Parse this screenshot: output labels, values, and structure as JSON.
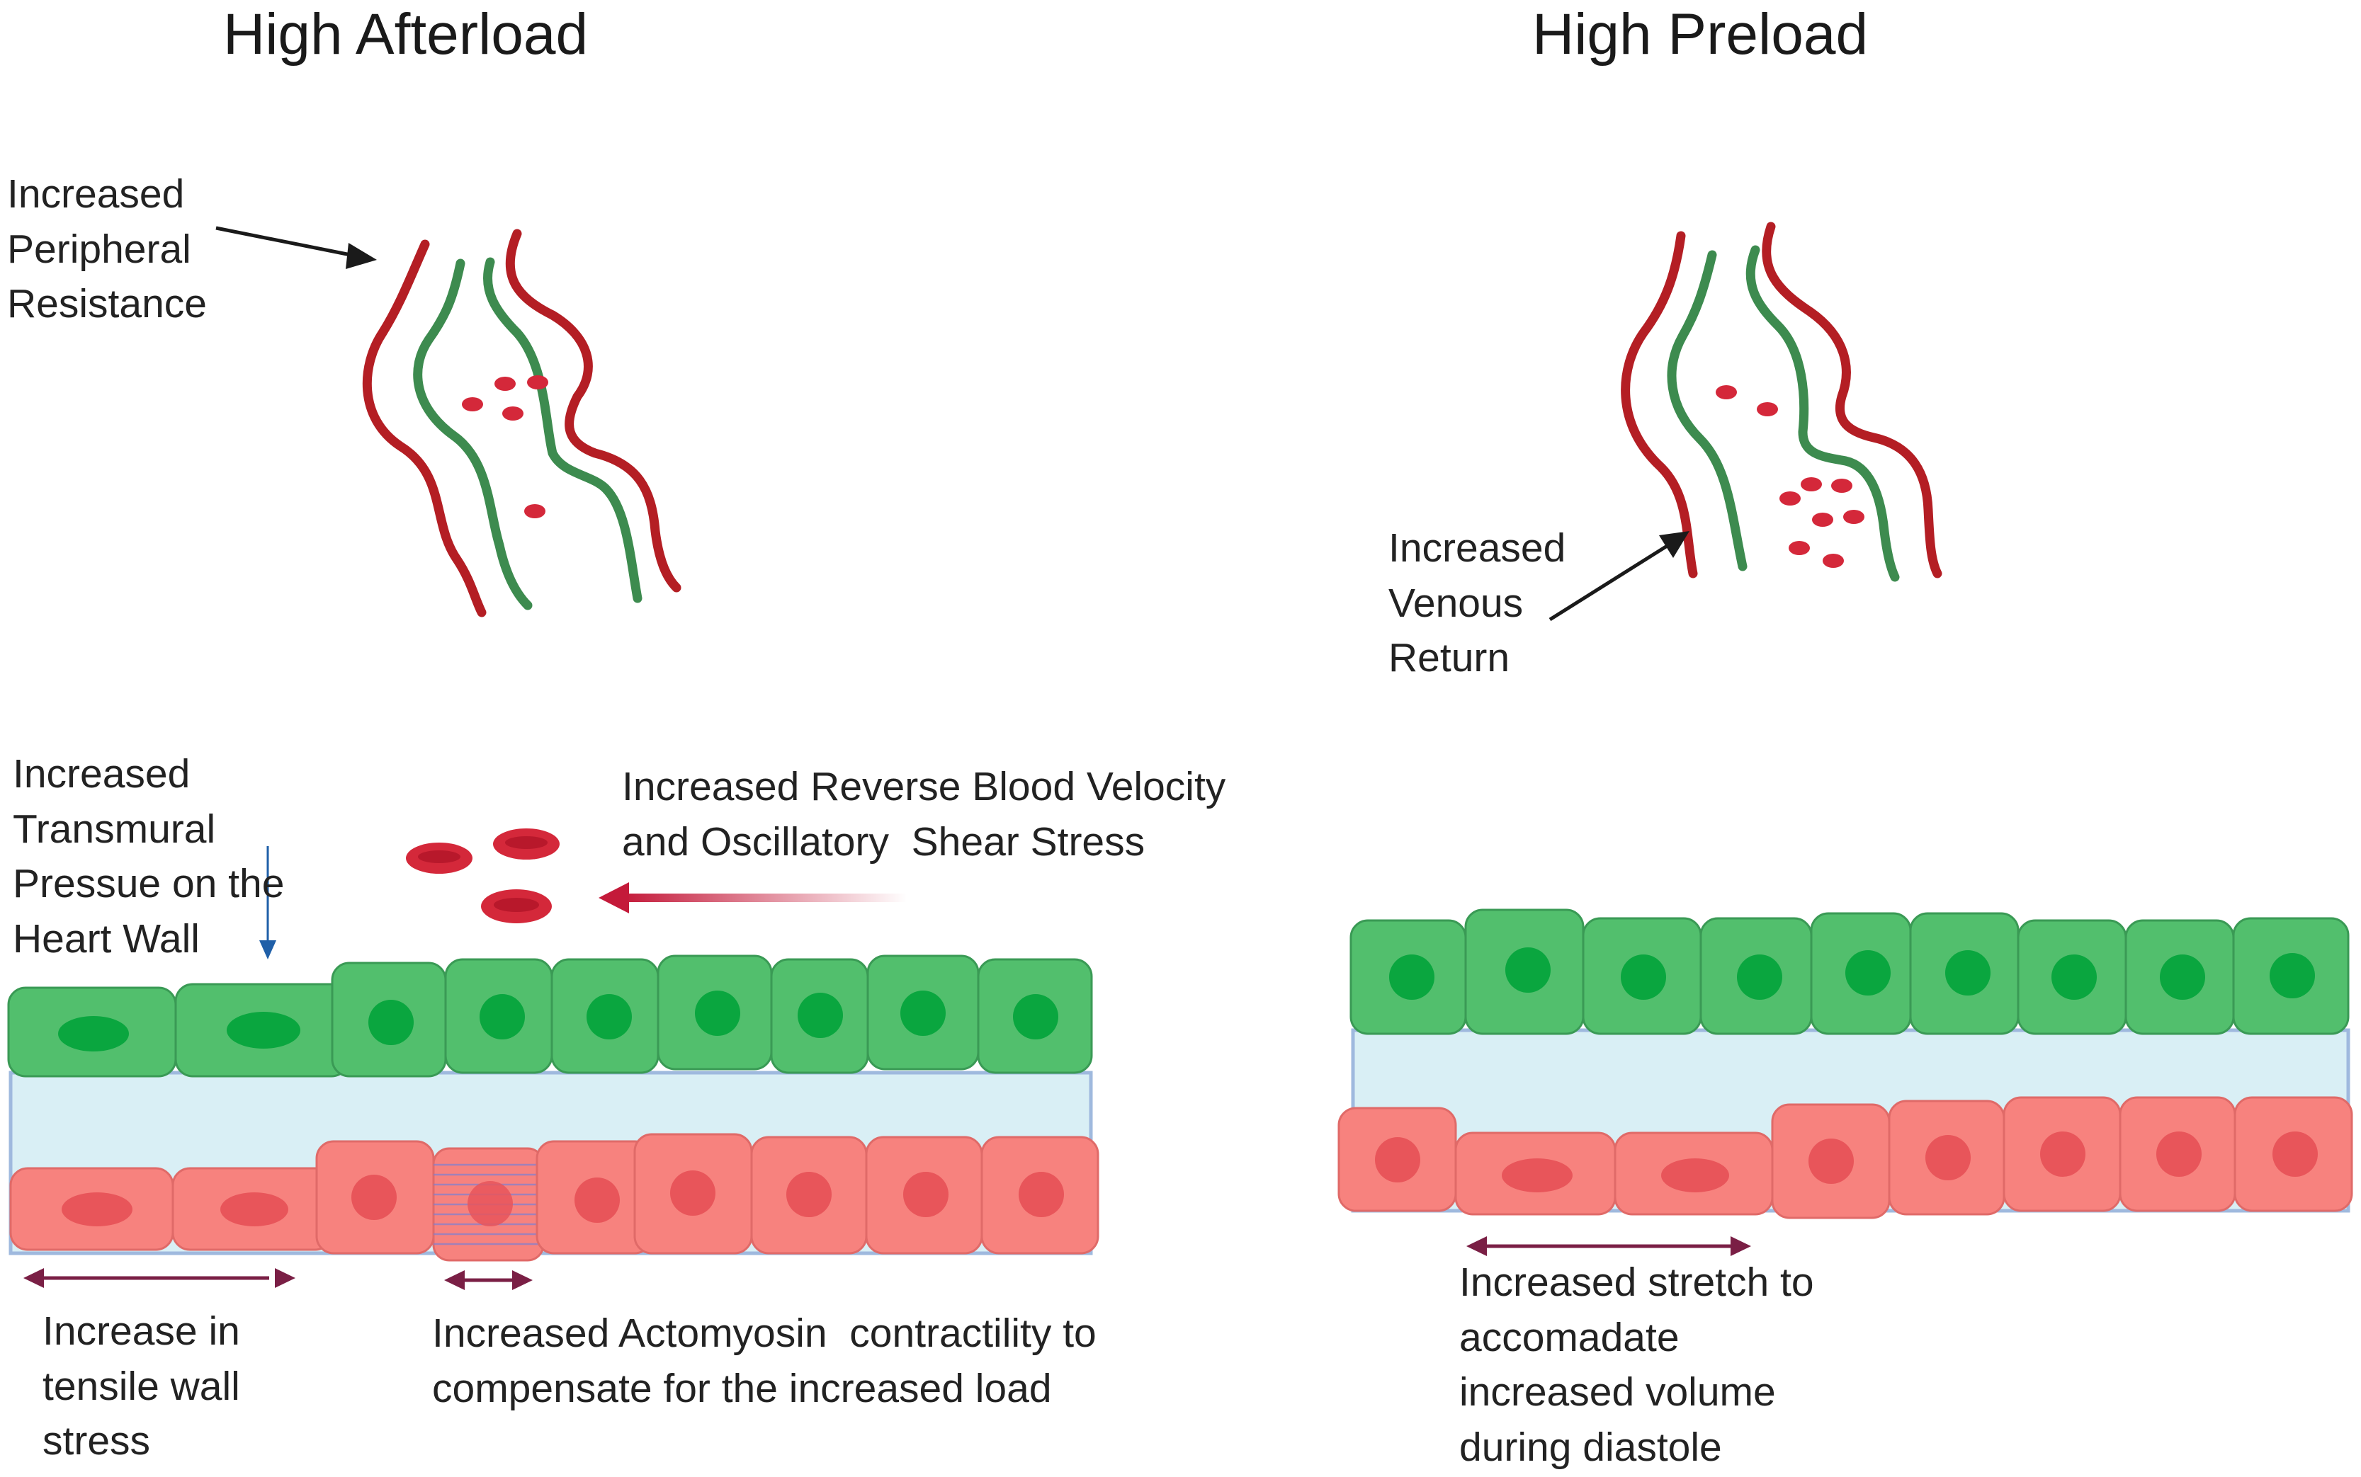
{
  "titles": {
    "afterload": "High Afterload",
    "preload": "High Preload"
  },
  "labels": {
    "peripheral_resistance": "Increased\nPeripheral\nResistance",
    "venous_return": "Increased\nVenous\nReturn",
    "transmural_pressure": "Increased\nTransmural\nPressue on the\nHeart Wall",
    "reverse_velocity": "Increased Reverse Blood Velocity\nand Oscillatory  Shear Stress",
    "tensile_stress": "Increase in\ntensile wall\nstress",
    "actomyosin": "Increased Actomyosin  contractility to\ncompensate for the increased load",
    "stretch": "Increased stretch to\naccomadate\nincreased volume\nduring diastole"
  },
  "colors": {
    "vessel_outer": "#b41e24",
    "vessel_inner": "#3d8b4f",
    "blood_cell": "#d4283a",
    "endothelial_cell": "#52bf6d",
    "endothelial_nucleus": "#0aa63f",
    "lumen": "#d9eff5",
    "lumen_border": "#9fb9de",
    "myocyte_cell": "#f7827e",
    "myocyte_nucleus": "#e8555a",
    "stretch_arrow": "#7a1f45",
    "reverse_flow_arrow": "#c41a3a",
    "pressure_arrow": "#1f5fa8",
    "pointer_arrow": "#1a1a1a"
  }
}
